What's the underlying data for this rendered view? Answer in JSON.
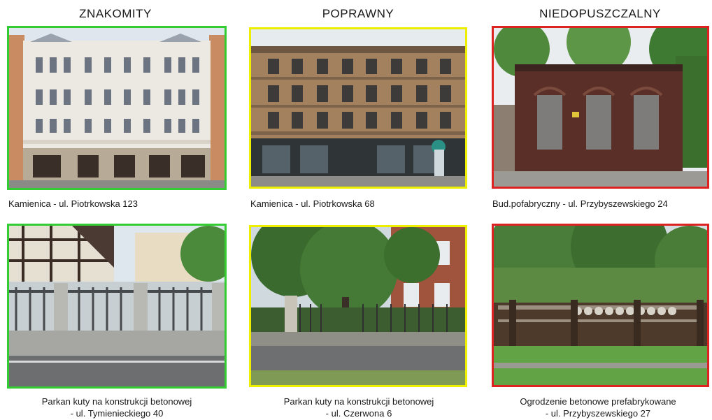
{
  "columns": {
    "excellent": {
      "label": "ZNAKOMITY",
      "color": "#33cc33"
    },
    "correct": {
      "label": "POPRAWNY",
      "color": "#eeee00"
    },
    "unacceptable": {
      "label": "NIEDOPUSZCZALNY",
      "color": "#dd2222"
    }
  },
  "photos": {
    "r1c1": {
      "caption": "Kamienica - ul. Piotrkowska 123"
    },
    "r1c2": {
      "caption": "Kamienica - ul. Piotrkowska 68"
    },
    "r1c3": {
      "caption": "Bud.pofabryczny - ul. Przybyszewskiego 24"
    },
    "r2c1": {
      "caption_line1": "Parkan kuty na konstrukcji betonowej",
      "caption_line2": "- ul. Tymienieckiego 40"
    },
    "r2c2": {
      "caption_line1": "Parkan kuty na konstrukcji betonowej",
      "caption_line2": "- ul. Czerwona 6"
    },
    "r2c3": {
      "caption_line1": "Ogrodzenie betonowe prefabrykowane",
      "caption_line2": "- ul. Przybyszewskiego 27"
    }
  }
}
